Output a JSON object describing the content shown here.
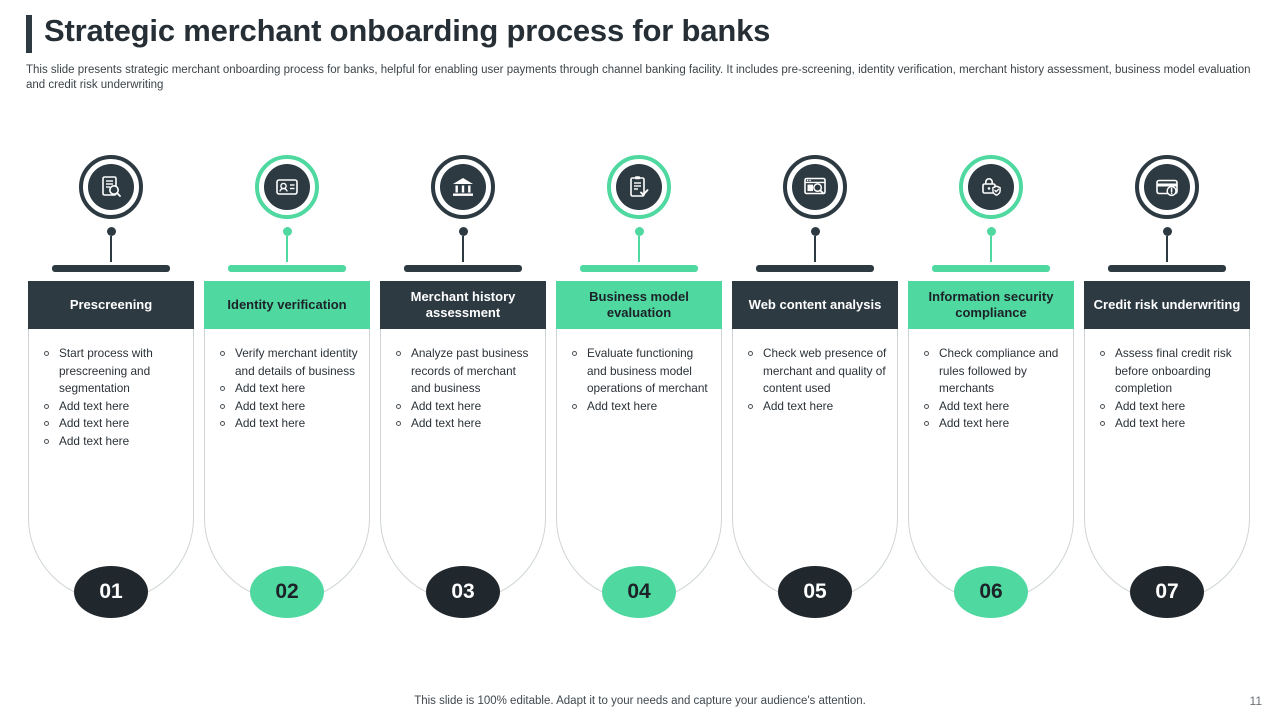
{
  "header": {
    "title": "Strategic merchant onboarding process for banks",
    "subtitle": "This slide presents strategic merchant onboarding process for banks, helpful for enabling user payments through channel banking facility. It includes pre-screening, identity verification, merchant history assessment, business model evaluation and credit risk underwriting"
  },
  "colors": {
    "dark": "#2d3a42",
    "green": "#4fd8a0",
    "badge_dark": "#20272d",
    "text": "#2b3238"
  },
  "steps": [
    {
      "number": "01",
      "theme": "dark",
      "icon": "document-search-icon",
      "title": "Prescreening",
      "bullets": [
        "Start process with prescreening and segmentation",
        "Add text here",
        "Add text here",
        "Add text here"
      ]
    },
    {
      "number": "02",
      "theme": "green",
      "icon": "id-card-icon",
      "title": "Identity verification",
      "bullets": [
        "Verify merchant identity and details of business",
        "Add text here",
        "Add text here",
        "Add text here"
      ]
    },
    {
      "number": "03",
      "theme": "dark",
      "icon": "bank-building-icon",
      "title": "Merchant history assessment",
      "bullets": [
        "Analyze past business records of merchant and business",
        "Add text here",
        "Add text here"
      ]
    },
    {
      "number": "04",
      "theme": "green",
      "icon": "clipboard-checklist-icon",
      "title": "Business model evaluation",
      "bullets": [
        "Evaluate functioning and business model operations of merchant",
        "Add text here"
      ]
    },
    {
      "number": "05",
      "theme": "dark",
      "icon": "web-page-search-icon",
      "title": "Web content analysis",
      "bullets": [
        "Check web presence of merchant and quality of content used",
        "Add text here"
      ]
    },
    {
      "number": "06",
      "theme": "green",
      "icon": "security-lock-check-icon",
      "title": "Information security compliance",
      "bullets": [
        "Check compliance and rules followed by merchants",
        "Add text here",
        "Add text here"
      ]
    },
    {
      "number": "07",
      "theme": "dark",
      "icon": "credit-card-alert-icon",
      "title": "Credit risk underwriting",
      "bullets": [
        "Assess final credit risk before onboarding completion",
        "Add text here",
        "Add text here"
      ]
    }
  ],
  "footer": {
    "note": "This slide is 100% editable. Adapt it to your needs and capture your audience's attention.",
    "page_number": "11"
  }
}
